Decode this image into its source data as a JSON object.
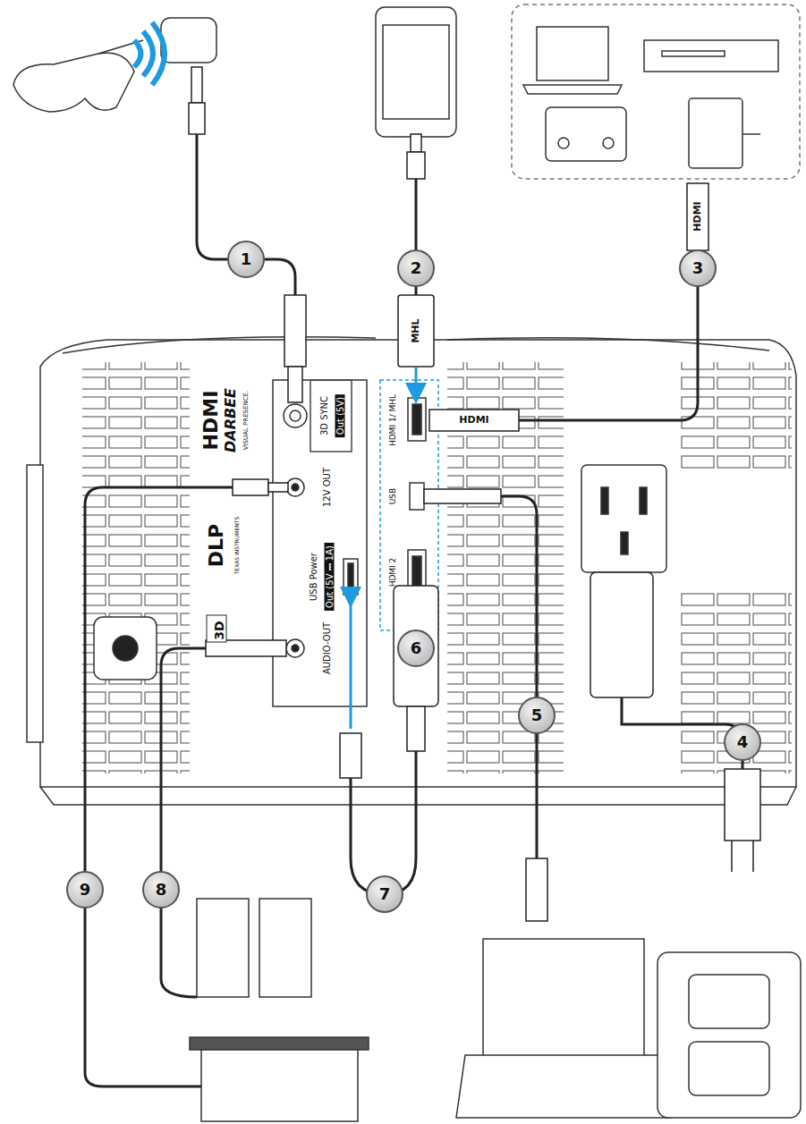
{
  "diagram": {
    "labels": [
      "1",
      "2",
      "3",
      "4",
      "5",
      "6",
      "7",
      "8",
      "9",
      "HDMI",
      "DARBEE",
      "VISUAL PRESENCE.",
      "DLP",
      "TEXAS INSTRUMENTS",
      "3D",
      "3D SYNC",
      "Out (5V)",
      "12V OUT",
      "USB Power",
      "Out (5V ⎓ 1A)",
      "AUDIO-OUT",
      "HDMI 1/ MHL",
      "USB",
      "HDMI 2",
      "MHL",
      "HDMI",
      "HDMI"
    ]
  }
}
